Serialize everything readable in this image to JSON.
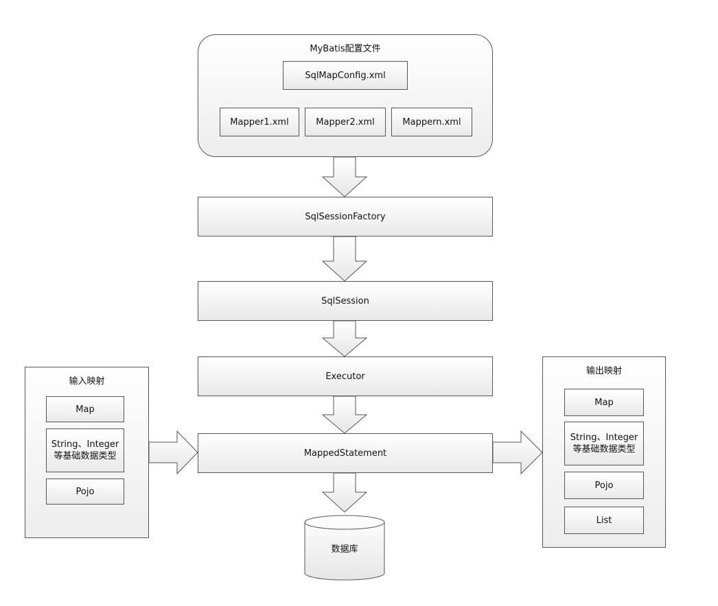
{
  "config_group": {
    "title": "MyBatis配置文件",
    "main_file": "SqlMapConfig.xml",
    "mappers": [
      "Mapper1.xml",
      "Mapper2.xml",
      "Mappern.xml"
    ]
  },
  "pipeline": {
    "factory": "SqlSessionFactory",
    "session": "SqlSession",
    "executor": "Executor",
    "statement": "MappedStatement",
    "database": "数据库"
  },
  "input_mapping": {
    "title": "输入映射",
    "items": [
      "Map",
      "String、Integer等基础数据类型",
      "Pojo"
    ]
  },
  "output_mapping": {
    "title": "输出映射",
    "items": [
      "Map",
      "String、Integer等基础数据类型",
      "Pojo",
      "List"
    ]
  }
}
